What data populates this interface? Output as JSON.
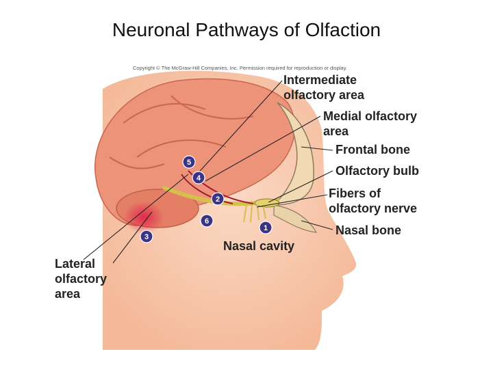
{
  "title": "Neuronal Pathways of Olfaction",
  "copyright": "Copyright © The McGraw-Hill Companies, Inc. Permission required for reproduction or display.",
  "labels": {
    "intermediate": "Intermediate\nolfactory area",
    "medial": "Medial olfactory\narea",
    "frontal_bone": "Frontal bone",
    "olfactory_bulb": "Olfactory bulb",
    "fibers": "Fibers of\nolfactory nerve",
    "nasal_bone": "Nasal bone",
    "nasal_cavity": "Nasal cavity",
    "lateral": "Lateral\nolfactory\narea"
  },
  "markers": [
    "1",
    "2",
    "3",
    "4",
    "5",
    "6"
  ],
  "colors": {
    "marker": "#3b3486",
    "skin": "#f6c2a3",
    "brain": "#e8876a"
  }
}
